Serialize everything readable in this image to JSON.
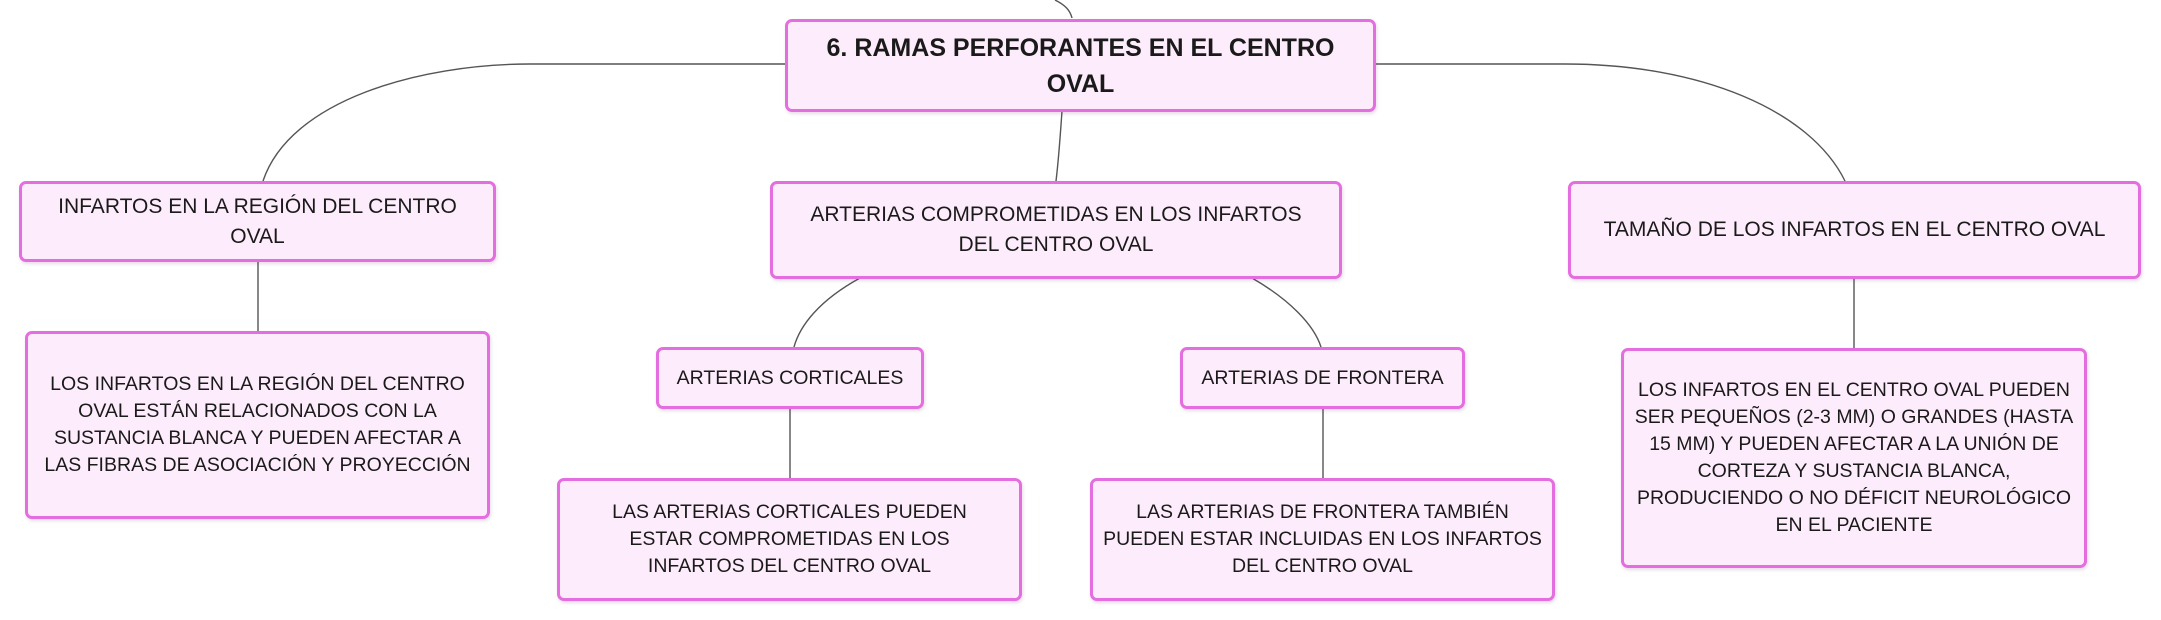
{
  "root": {
    "text": "6. RAMAS PERFORANTES EN EL CENTRO OVAL"
  },
  "branches": {
    "left": {
      "title": "INFARTOS EN LA REGIÓN DEL CENTRO OVAL",
      "detail": "LOS INFARTOS EN LA REGIÓN DEL CENTRO OVAL ESTÁN RELACIONADOS CON LA SUSTANCIA BLANCA Y PUEDEN AFECTAR A LAS FIBRAS DE ASOCIACIÓN Y PROYECCIÓN"
    },
    "center": {
      "title": "ARTERIAS COMPROMETIDAS EN LOS INFARTOS DEL CENTRO OVAL",
      "corticales": {
        "title": "ARTERIAS CORTICALES",
        "detail": "LAS ARTERIAS CORTICALES PUEDEN ESTAR COMPROMETIDAS EN LOS INFARTOS DEL CENTRO OVAL"
      },
      "frontera": {
        "title": "ARTERIAS DE FRONTERA",
        "detail": "LAS ARTERIAS DE FRONTERA TAMBIÉN PUEDEN ESTAR INCLUIDAS EN LOS INFARTOS DEL CENTRO OVAL"
      }
    },
    "right": {
      "title": "TAMAÑO DE LOS INFARTOS EN EL CENTRO OVAL",
      "detail": "LOS INFARTOS EN EL CENTRO OVAL PUEDEN SER PEQUEÑOS (2-3 MM) O GRANDES (HASTA 15 MM) Y PUEDEN AFECTAR A LA UNIÓN DE CORTEZA Y SUSTANCIA BLANCA, PRODUCIENDO O NO DÉFICIT NEUROLÓGICO EN EL PACIENTE"
    }
  },
  "colors": {
    "node_border": "#e46ee0",
    "node_fill": "#fdecfb",
    "connector": "#555555",
    "text": "#1a1a1a"
  }
}
